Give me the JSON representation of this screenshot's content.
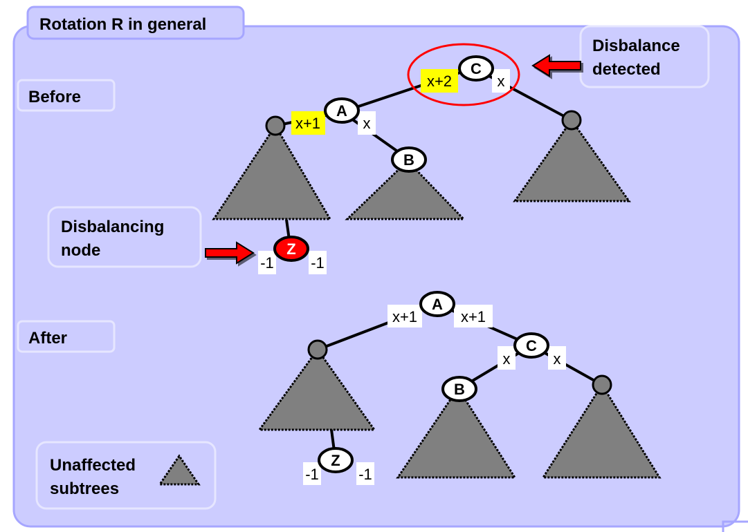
{
  "title": "Rotation R in general",
  "labels": {
    "before": "Before",
    "after": "After"
  },
  "callouts": {
    "disbalance_detected": [
      "Disbalance",
      "detected"
    ],
    "disbalancing_node": [
      "Disbalancing",
      "node"
    ],
    "unaffected_subtrees": [
      "Unaffected",
      "subtrees"
    ]
  },
  "before": {
    "nodes": {
      "c": "C",
      "a": "A",
      "b": "B",
      "z": "Z"
    },
    "heights": {
      "c_left": "x+2",
      "c_right": "x",
      "a_left": "x+1",
      "a_right": "x",
      "z_left": "-1",
      "z_right": "-1"
    }
  },
  "after": {
    "nodes": {
      "a": "A",
      "c": "C",
      "b": "B",
      "z": "Z"
    },
    "heights": {
      "a_left": "x+1",
      "a_right": "x+1",
      "c_left": "x",
      "c_right": "x",
      "z_left": "-1",
      "z_right": "-1"
    }
  },
  "colors": {
    "panel_fill": "#ccccff",
    "panel_stroke": "#a6a6ff",
    "subtree_fill": "#808080",
    "highlight": "#ffff00",
    "alert": "#ff0000"
  },
  "icons": {
    "arrow": "red-arrow-icon",
    "subtree": "triangle-icon"
  }
}
